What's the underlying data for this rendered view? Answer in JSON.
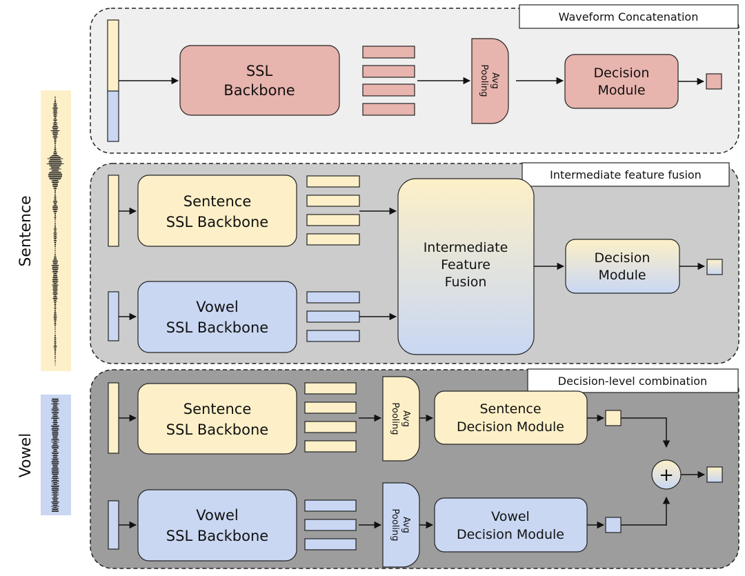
{
  "panels": {
    "waveform": {
      "title": "Waveform Concatenation",
      "backbone": [
        "SSL",
        "Backbone"
      ],
      "pooling": [
        "Avg",
        "Pooling"
      ],
      "decision": [
        "Decision",
        "Module"
      ]
    },
    "intermediate": {
      "title": "Intermediate feature fusion",
      "sentence_backbone": [
        "Sentence",
        "SSL Backbone"
      ],
      "vowel_backbone": [
        "Vowel",
        "SSL Backbone"
      ],
      "fusion": [
        "Intermediate",
        "Feature",
        "Fusion"
      ],
      "decision": [
        "Decision",
        "Module"
      ]
    },
    "decision_level": {
      "title": "Decision-level combination",
      "sentence_backbone": [
        "Sentence",
        "SSL Backbone"
      ],
      "vowel_backbone": [
        "Vowel",
        "SSL Backbone"
      ],
      "pooling": [
        "Avg",
        "Pooling"
      ],
      "sentence_decision": [
        "Sentence",
        "Decision Module"
      ],
      "vowel_decision": [
        "Vowel",
        "Decision Module"
      ],
      "combine_symbol": "+"
    }
  },
  "side_labels": {
    "sentence": "Sentence",
    "vowel": "Vowel"
  },
  "colors": {
    "red_fill": "#e8b4ae",
    "yellow_fill": "#fdf0c8",
    "blue_fill": "#c9d7f3",
    "panel1_bg": "#efefef",
    "panel2_bg": "#cccccc",
    "panel3_bg": "#9d9d9d",
    "stroke": "#222222"
  }
}
